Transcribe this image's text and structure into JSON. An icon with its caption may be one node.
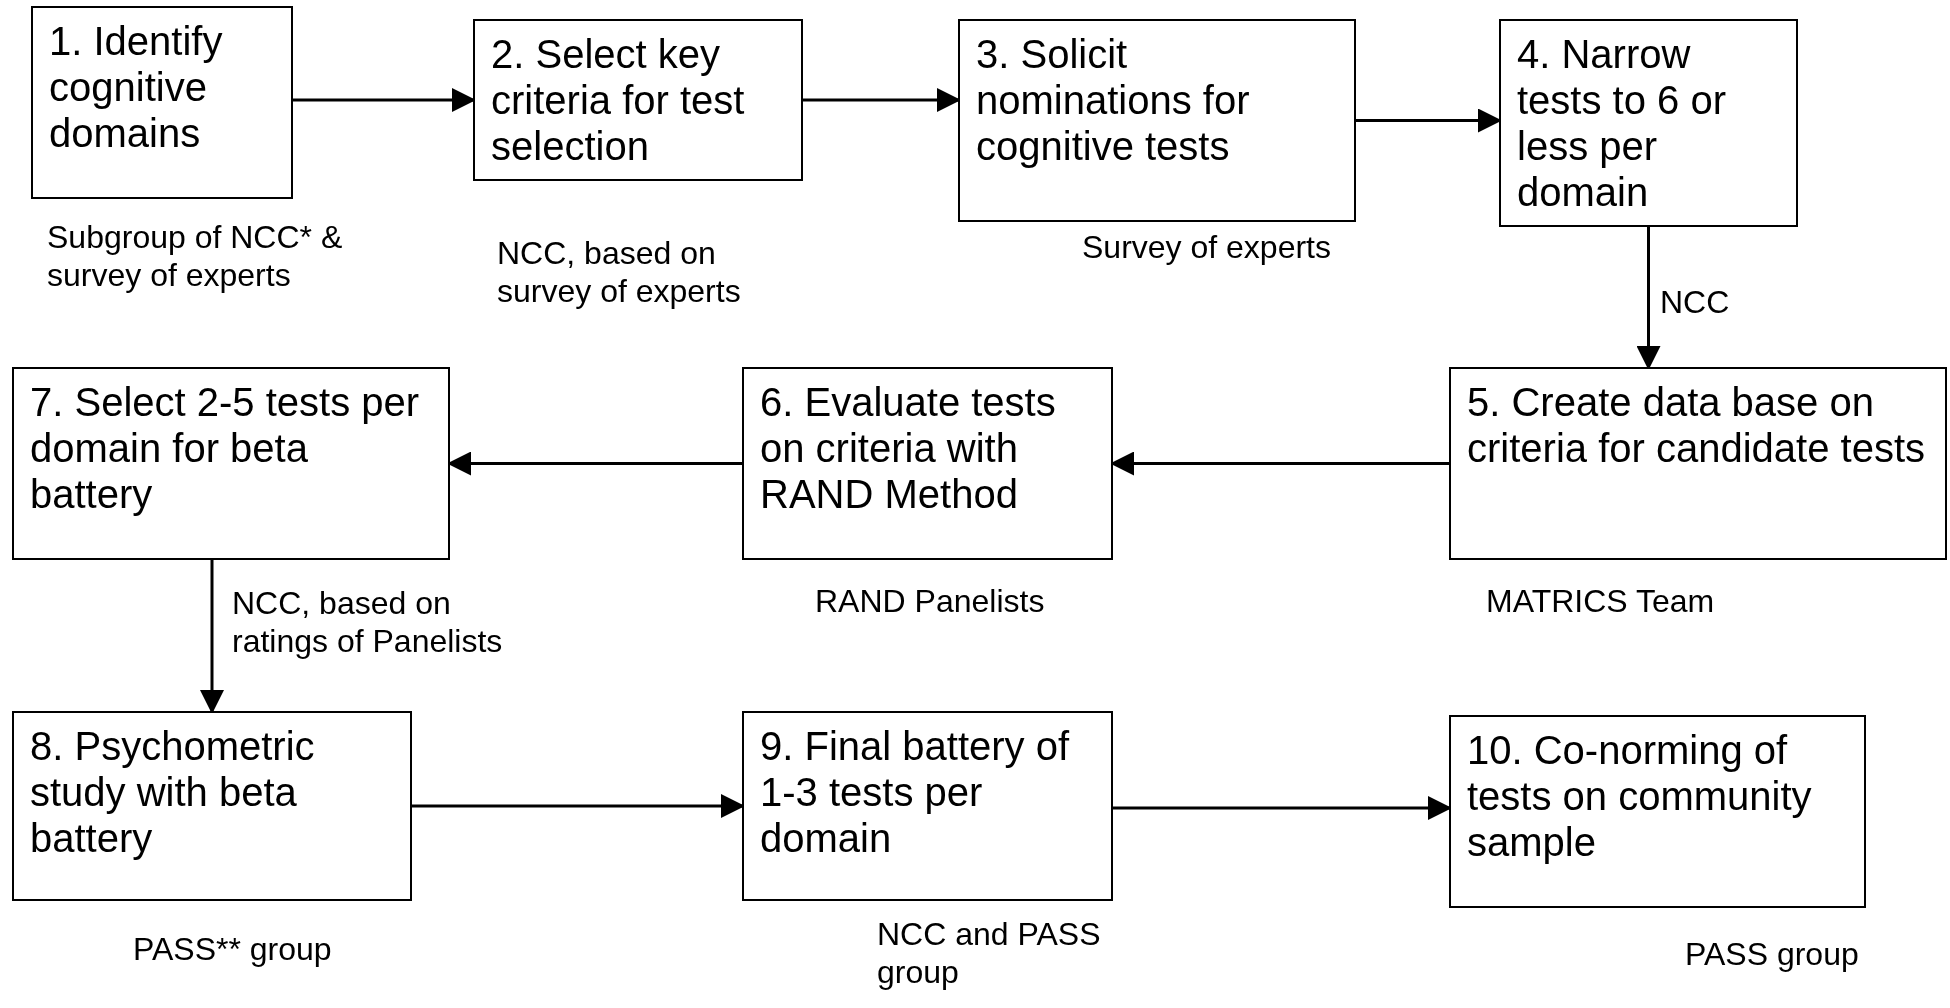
{
  "diagram": {
    "nodes": [
      {
        "text": [
          "1. Identify cognitive domains"
        ],
        "beside": [
          "Subgroup of NCC* & survey of experts"
        ]
      },
      {
        "text": [
          "2. Select key criteria for test selection"
        ],
        "beside": [
          "NCC, based on survey of experts"
        ]
      },
      {
        "text": [
          "3. Solicit nominations for cognitive tests"
        ],
        "beside": [
          "Survey of experts"
        ]
      },
      {
        "text": [
          "4. Narrow tests to 6 or less per domain"
        ],
        "beside": [
          "NCC"
        ]
      },
      {
        "text": [
          "5. Create data base on criteria for candidate tests"
        ],
        "beside": [
          "MATRICS Team"
        ]
      },
      {
        "text": [
          "6. Evaluate tests on criteria with RAND Method"
        ],
        "beside": [
          "RAND Panelists"
        ]
      },
      {
        "text": [
          "7. Select 2-5 tests per domain for beta battery"
        ],
        "beside": [
          "NCC, based on ratings of Panelists"
        ]
      },
      {
        "text": [
          "8. Psychometric study with beta battery"
        ],
        "beside": [
          "PASS** group"
        ]
      },
      {
        "text": [
          "9. Final battery of 1-3 tests per domain"
        ],
        "beside": [
          "NCC and PASS group"
        ]
      },
      {
        "text": [
          "10. Co-norming of tests on community sample"
        ],
        "beside": [
          "PASS group"
        ]
      }
    ],
    "edges": [
      {
        "from": 0,
        "to": 1,
        "arrow": "to"
      },
      {
        "from": 1,
        "to": 2,
        "arrow": "to"
      },
      {
        "from": 2,
        "to": 3,
        "arrow": "to"
      },
      {
        "from": 3,
        "to": 4,
        "arrow": "to"
      },
      {
        "from": 4,
        "to": 5,
        "arrow": "to"
      },
      {
        "from": 5,
        "to": 6,
        "arrow": "to"
      },
      {
        "from": 6,
        "to": 7,
        "arrow": "to"
      },
      {
        "from": 7,
        "to": 8,
        "arrow": "to"
      },
      {
        "from": 8,
        "to": 9,
        "arrow": "to"
      }
    ]
  }
}
